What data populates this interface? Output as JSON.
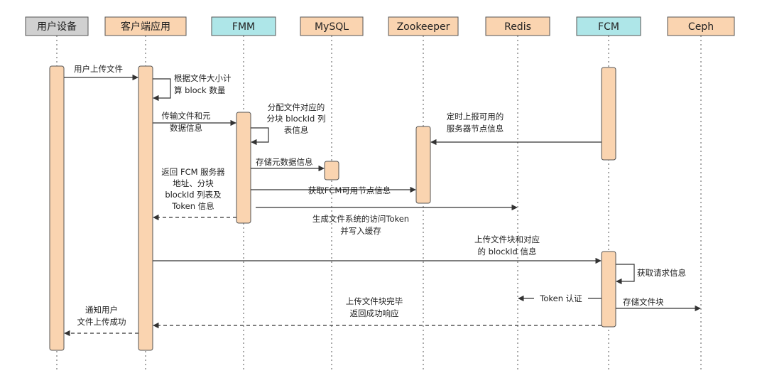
{
  "participants": [
    {
      "id": "p0",
      "label": "用户设备",
      "fill": "#d0d0d0"
    },
    {
      "id": "p1",
      "label": "客户端应用",
      "fill": "#fad4b0"
    },
    {
      "id": "p2",
      "label": "FMM",
      "fill": "#aee6e8"
    },
    {
      "id": "p3",
      "label": "MySQL",
      "fill": "#fad4b0"
    },
    {
      "id": "p4",
      "label": "Zookeeper",
      "fill": "#fad4b0"
    },
    {
      "id": "p5",
      "label": "Redis",
      "fill": "#fad4b0"
    },
    {
      "id": "p6",
      "label": "FCM",
      "fill": "#aee6e8"
    },
    {
      "id": "p7",
      "label": "Ceph",
      "fill": "#fad4b0"
    }
  ],
  "messages": {
    "m1": [
      "用户上传文件"
    ],
    "m2": [
      "根据文件大小计",
      "算 block 数量"
    ],
    "m3": [
      "传输文件和元",
      "数据信息"
    ],
    "m4": [
      "分配文件对应的",
      "分块 blockId 列",
      "表信息"
    ],
    "m5": [
      "定时上报可用的",
      "服务器节点信息"
    ],
    "m6": [
      "存储元数据信息"
    ],
    "m7": [
      "返回 FCM 服务器",
      "地址、分块",
      "blockId 列表及",
      "Token 信息"
    ],
    "m8": [
      "获取FCM可用节点信息"
    ],
    "m9": [
      "生成文件系统的访问Token",
      "并写入缓存"
    ],
    "m10": [
      "上传文件块和对应",
      "的 blockId 信息"
    ],
    "m11": [
      "获取请求信息"
    ],
    "m12": [
      "Token 认证"
    ],
    "m13": [
      "存储文件块"
    ],
    "m14": [
      "上传文件块完毕",
      "返回成功响应"
    ],
    "m15": [
      "通知用户",
      "文件上传成功"
    ]
  },
  "colors": {
    "activation_fill": "#fad4b0",
    "line": "#555555",
    "arrow": "#333333"
  }
}
